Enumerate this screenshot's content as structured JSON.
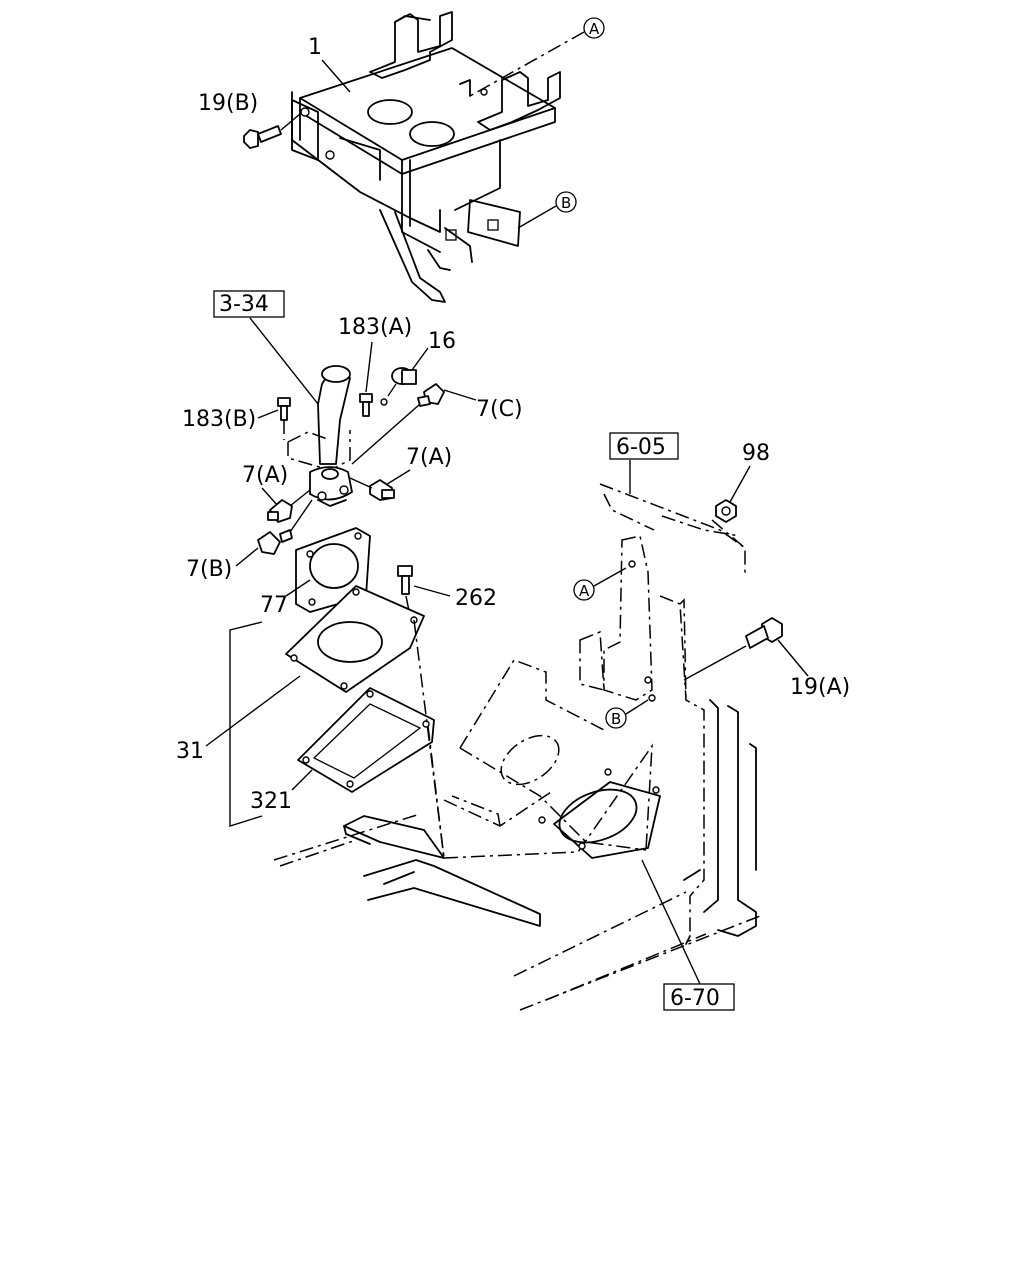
{
  "callouts": {
    "c1": "1",
    "c19b": "19(B)",
    "c183a": "183(A)",
    "c16": "16",
    "c7c": "7(C)",
    "c183b": "183(B)",
    "c7a_right": "7(A)",
    "c7a_left": "7(A)",
    "c7b": "7(B)",
    "c77": "77",
    "c262": "262",
    "c31": "31",
    "c321": "321",
    "c98": "98",
    "c19a": "19(A)"
  },
  "refs": {
    "r3_34": "3-34",
    "r6_05": "6-05",
    "r6_70": "6-70"
  },
  "markers": {
    "a_top": "A",
    "b_top": "B",
    "a_frame": "A",
    "b_frame": "B"
  }
}
